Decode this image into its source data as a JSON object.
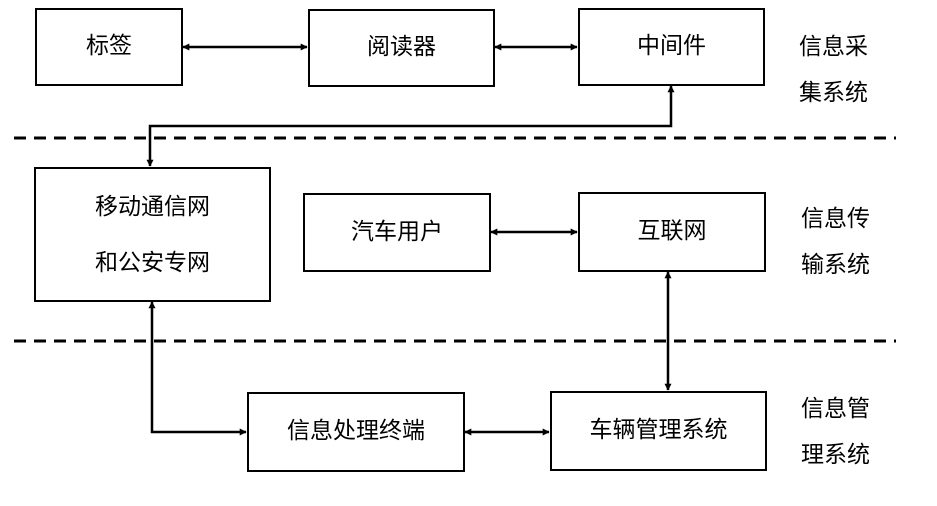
{
  "nodes": {
    "tag": "标签",
    "reader": "阅读器",
    "middleware": "中间件",
    "mobile_network": [
      "移动通信网",
      "和公安专网"
    ],
    "car_user": "汽车用户",
    "internet": "互联网",
    "processing_terminal": "信息处理终端",
    "vehicle_mgmt": "车辆管理系统"
  },
  "layers": {
    "collection": [
      "信息采",
      "集系统"
    ],
    "transmission": [
      "信息传",
      "输系统"
    ],
    "management": [
      "信息管",
      "理系统"
    ]
  }
}
